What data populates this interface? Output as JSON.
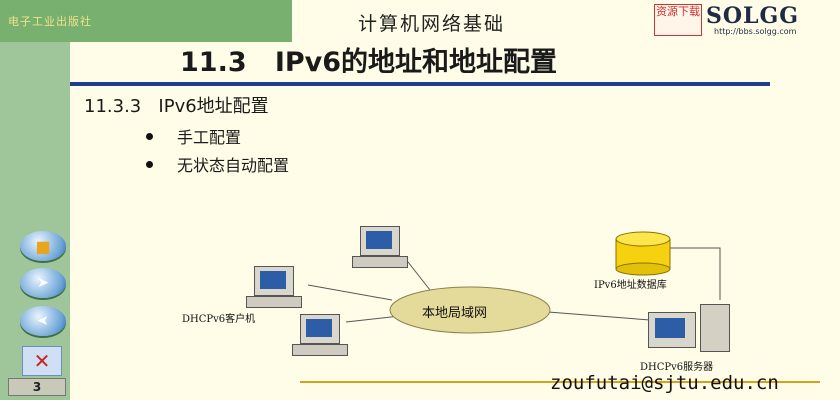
{
  "header": {
    "left_banner": "电子工业出版社",
    "course_title": "计算机网络基础",
    "resource_badge": "资源下载",
    "logo": "SOLGG",
    "logo_url": "http://bbs.solgg.com"
  },
  "slide": {
    "title": "11.3   IPv6的地址和地址配置",
    "section": "11.3.3   IPv6地址配置",
    "bullets": [
      "手工配置",
      "无状态自动配置"
    ]
  },
  "diagram": {
    "lan": "本地局域网",
    "client_label": "DHCPv6客户机",
    "db_label": "IPv6地址数据库",
    "server_label": "DHCPv6服务器"
  },
  "footer": {
    "email": "zoufutai@sjtu.edu.cn",
    "page_number": "3"
  },
  "colors": {
    "sidebar_green": "#9fc59a",
    "title_rule_blue": "#1f3f8c",
    "footer_rule_gold": "#d6a21c",
    "database_yellow": "#f5d10f"
  }
}
